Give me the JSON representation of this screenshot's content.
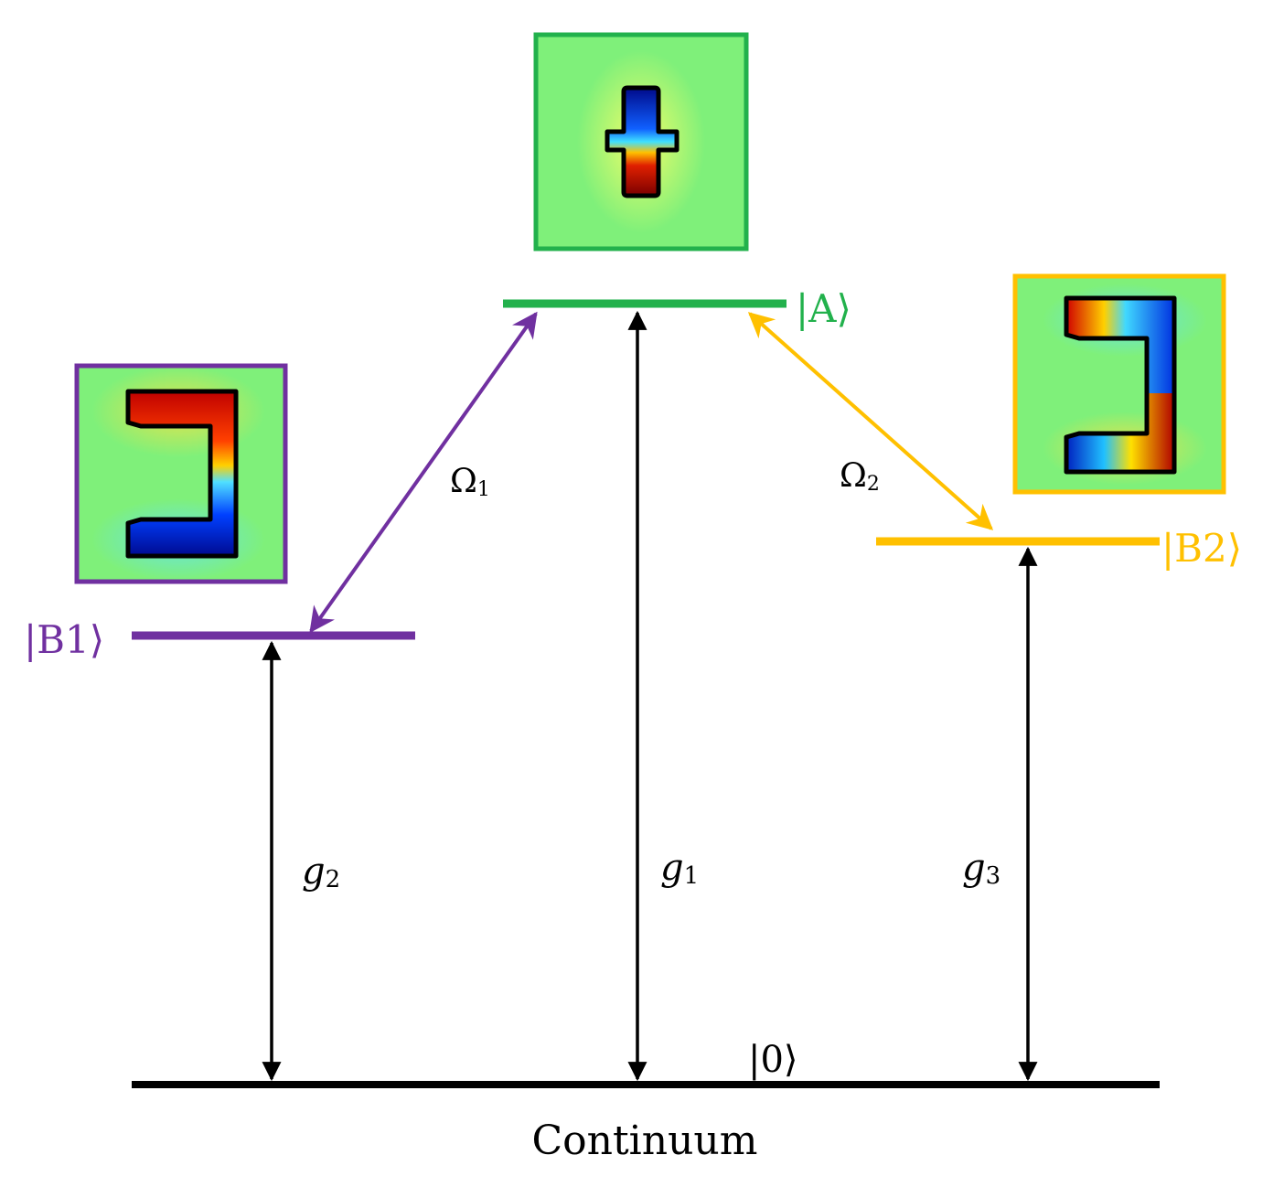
{
  "colors": {
    "state_A": "#22b14c",
    "state_B1": "#7030a0",
    "state_B2": "#ffc000",
    "ground": "#000000",
    "field_background": "#7ff07a"
  },
  "labels": {
    "state_A": "|A⟩",
    "state_B1": "|B1⟩",
    "state_B2": "|B2⟩",
    "ground": "|0⟩",
    "continuum": "Continuum",
    "omega1_base": "Ω",
    "omega1_sub": "1",
    "omega2_base": "Ω",
    "omega2_sub": "2",
    "g1_base": "g",
    "g1_sub": "1",
    "g2_base": "g",
    "g2_sub": "2",
    "g3_base": "g",
    "g3_sub": "3"
  },
  "icons": {
    "mode_A": "field-map-a-icon",
    "mode_B1": "field-map-b1-icon",
    "mode_B2": "field-map-b2-icon"
  }
}
